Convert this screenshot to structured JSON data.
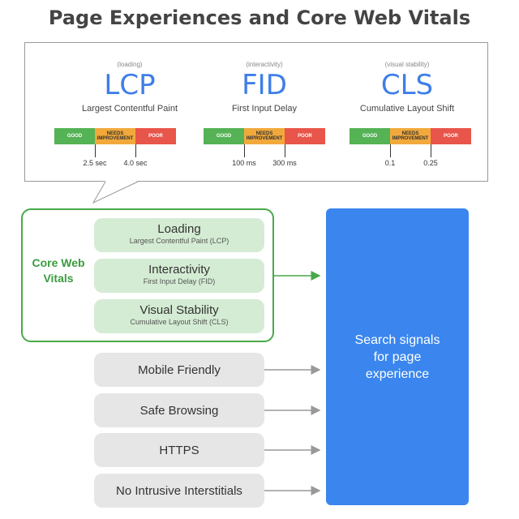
{
  "title": "Page Experiences and Core Web Vitals",
  "metrics": [
    {
      "category": "(loading)",
      "abbr": "LCP",
      "full": "Largest Contentful Paint",
      "ticks": [
        "2.5 sec",
        "4.0 sec"
      ]
    },
    {
      "category": "(interactivity)",
      "abbr": "FID",
      "full": "First Input Delay",
      "ticks": [
        "100 ms",
        "300 ms"
      ]
    },
    {
      "category": "(visual stability)",
      "abbr": "CLS",
      "full": "Cumulative Layout Shift",
      "ticks": [
        "0.1",
        "0.25"
      ]
    }
  ],
  "bar_labels": {
    "good": "GOOD",
    "needs_improvement": "NEEDS IMPROVEMENT",
    "poor": "POOR"
  },
  "core_web_vitals": {
    "label": "Core Web Vitals",
    "items": [
      {
        "heading": "Loading",
        "sub": "Largest Contentful Paint (LCP)"
      },
      {
        "heading": "Interactivity",
        "sub": "First Input Delay (FID)"
      },
      {
        "heading": "Visual Stability",
        "sub": "Cumulative Layout Shift (CLS)"
      }
    ]
  },
  "signals": [
    "Mobile Friendly",
    "Safe Browsing",
    "HTTPS",
    "No Intrusive Interstitials"
  ],
  "target": "Search signals for page experience",
  "colors": {
    "blue": "#3a86ee",
    "green": "#49a84a",
    "good": "#55b255",
    "needs_improvement": "#f2a93b",
    "poor": "#e8554a"
  }
}
